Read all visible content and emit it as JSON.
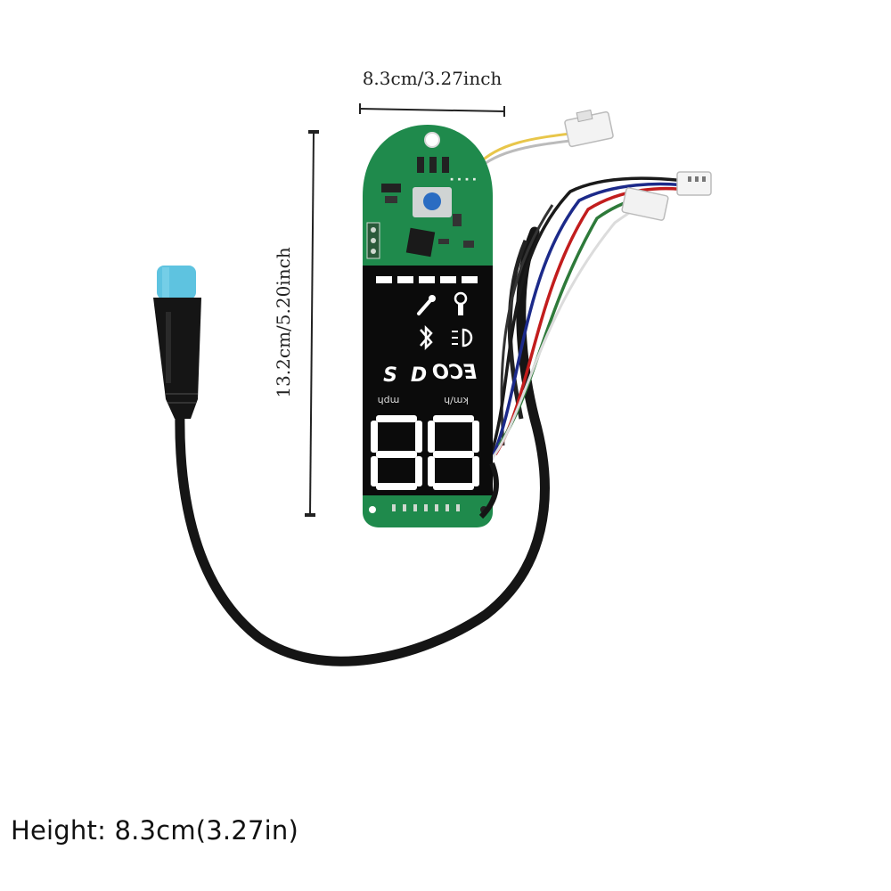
{
  "dimensions": {
    "width_label": "8.3cm/3.27inch",
    "height_label": "13.2cm/5.20inch"
  },
  "display": {
    "mode_eco": "ECO",
    "mode_d": "D",
    "mode_s": "S",
    "unit_kmh": "km/h",
    "unit_mph": "mph"
  },
  "caption": "Height: 8.3cm(3.27in)",
  "colors": {
    "pcb_green": "#1f8a4c",
    "display_black": "#0b0b0b",
    "connector_blue": "#5ec3e0",
    "cable_black": "#151515"
  }
}
